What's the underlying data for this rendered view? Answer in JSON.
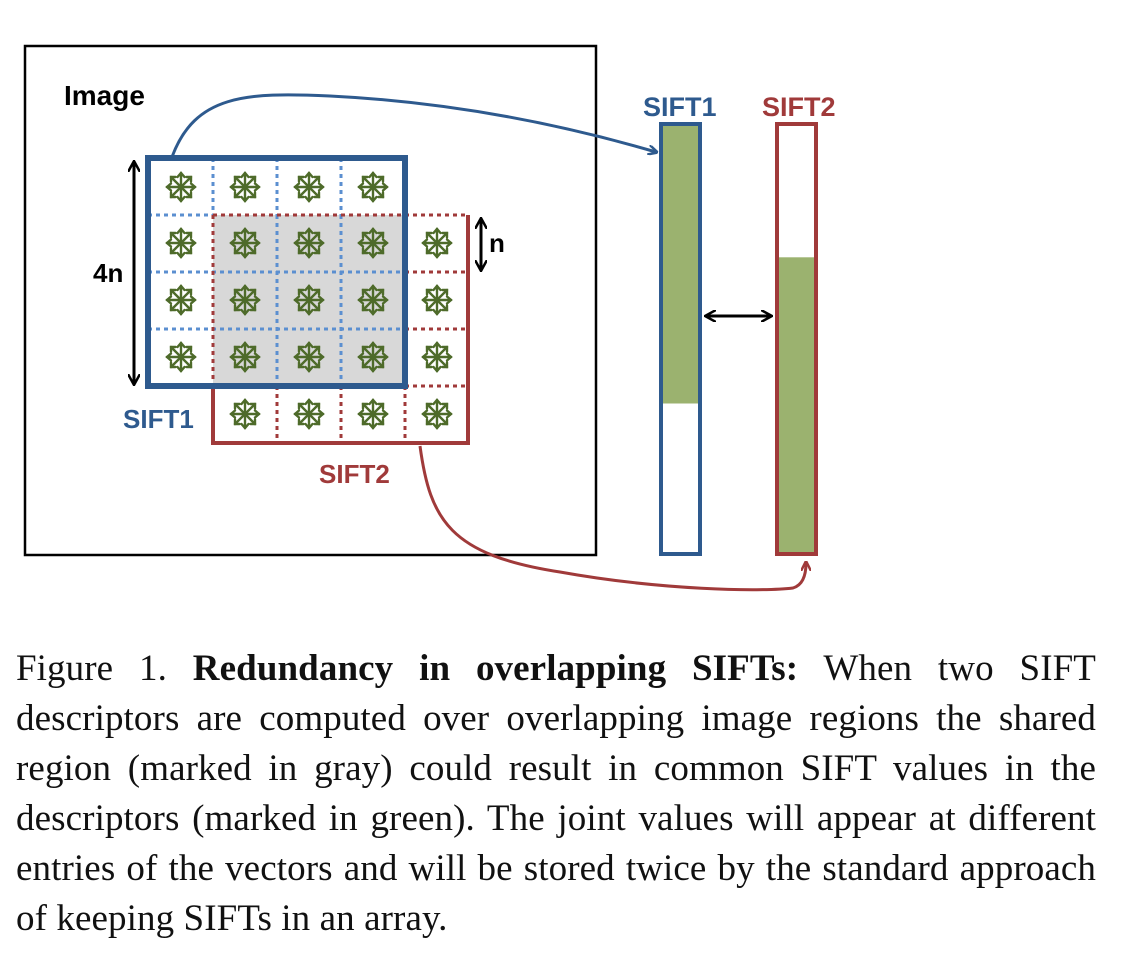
{
  "figure": {
    "image_label": "Image",
    "dimension_label_big": "4n",
    "dimension_label_small": "n",
    "sift1_label": "SIFT1",
    "sift2_label": "SIFT2",
    "vector1_label": "SIFT1",
    "vector2_label": "SIFT2",
    "colors": {
      "sift1_blue": "#2E5A8E",
      "sift1_light": "#5B8FD0",
      "sift2_red": "#A03A3A",
      "overlap_gray": "#D8D8D8",
      "descriptor_green": "#9BB26F",
      "star_green": "#4E6B2A"
    },
    "icons": {
      "cell_marker": "gradient-star-icon"
    },
    "vector1_fill_fraction": 0.65,
    "vector2_fill_fraction": 0.69
  },
  "caption": {
    "prefix": "Figure 1. ",
    "bold_title": "Redundancy in overlapping SIFTs:",
    "body": " When two SIFT descriptors are computed over overlapping image regions the shared region (marked in gray) could result in common SIFT values in the descriptors (marked in green).  The joint values will appear at different entries of the vectors and will be stored twice by the standard approach of keeping SIFTs in an array."
  }
}
